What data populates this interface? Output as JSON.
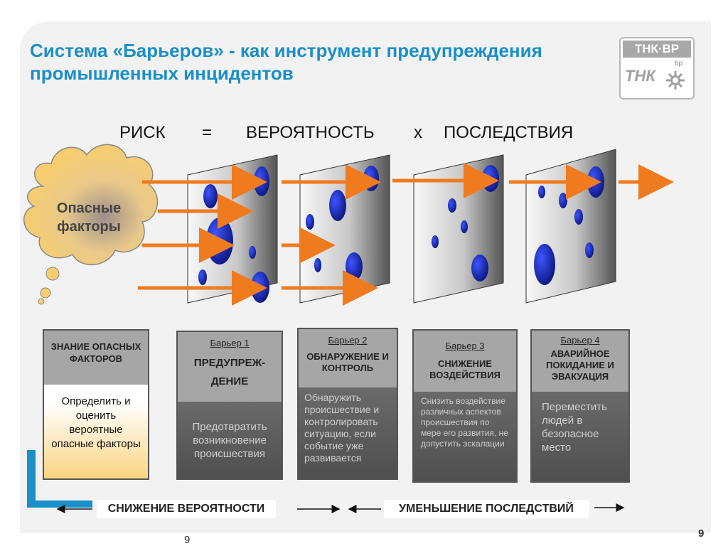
{
  "title": "Система «Барьеров» - как инструмент предупреждения промышленных инцидентов",
  "logo": {
    "top": "ТНК·ВР",
    "mark": "ТНК",
    "bp": "bp",
    "icon": "bp-helios-icon"
  },
  "formula": {
    "risk": "РИСК",
    "eq": "=",
    "prob": "ВЕРОЯТНОСТЬ",
    "times": "x",
    "cons": "ПОСЛЕДСТВИЯ"
  },
  "cloud": {
    "label_line1": "Опасные",
    "label_line2": "факторы"
  },
  "boxes": [
    {
      "name": "",
      "title": "ЗНАНИЕ ОПАСНЫХ ФАКТОРОВ",
      "text": "Определить и оценить вероятные опасные факторы"
    },
    {
      "name": "Барьер 1",
      "title": "ПРЕДУПРЕЖ-ДЕНИЕ",
      "text": "Предотвратить возникновение происшествия"
    },
    {
      "name": "Барьер 2",
      "title": "ОБНАРУЖЕНИЕ И КОНТРОЛЬ",
      "text": "Обнаружить происшествие и контролировать ситуацию, если событие уже развивается"
    },
    {
      "name": "Барьер 3",
      "title": "СНИЖЕНИЕ ВОЗДЕЙСТВИЯ",
      "text": "Снизить воздействие различных аспектов происшествия по мере его развития, не допустить эскалации"
    },
    {
      "name": "Барьер 4",
      "title": "АВАРИЙНОЕ ПОКИДАНИЕ И ЭВАКУАЦИЯ",
      "text": "Переместить людей в безопасное место"
    }
  ],
  "bottom": {
    "left": "СНИЖЕНИЕ ВЕРОЯТНОСТИ",
    "right": "УМЕНЬШЕНИЕ ПОСЛЕДСТВИЙ"
  },
  "page": {
    "center": "9",
    "right": "9"
  },
  "colors": {
    "accent": "#1a8fc8",
    "arrow": "#f07a1e",
    "hole": "#1f2fb0",
    "cloud": "#f5c96a"
  }
}
